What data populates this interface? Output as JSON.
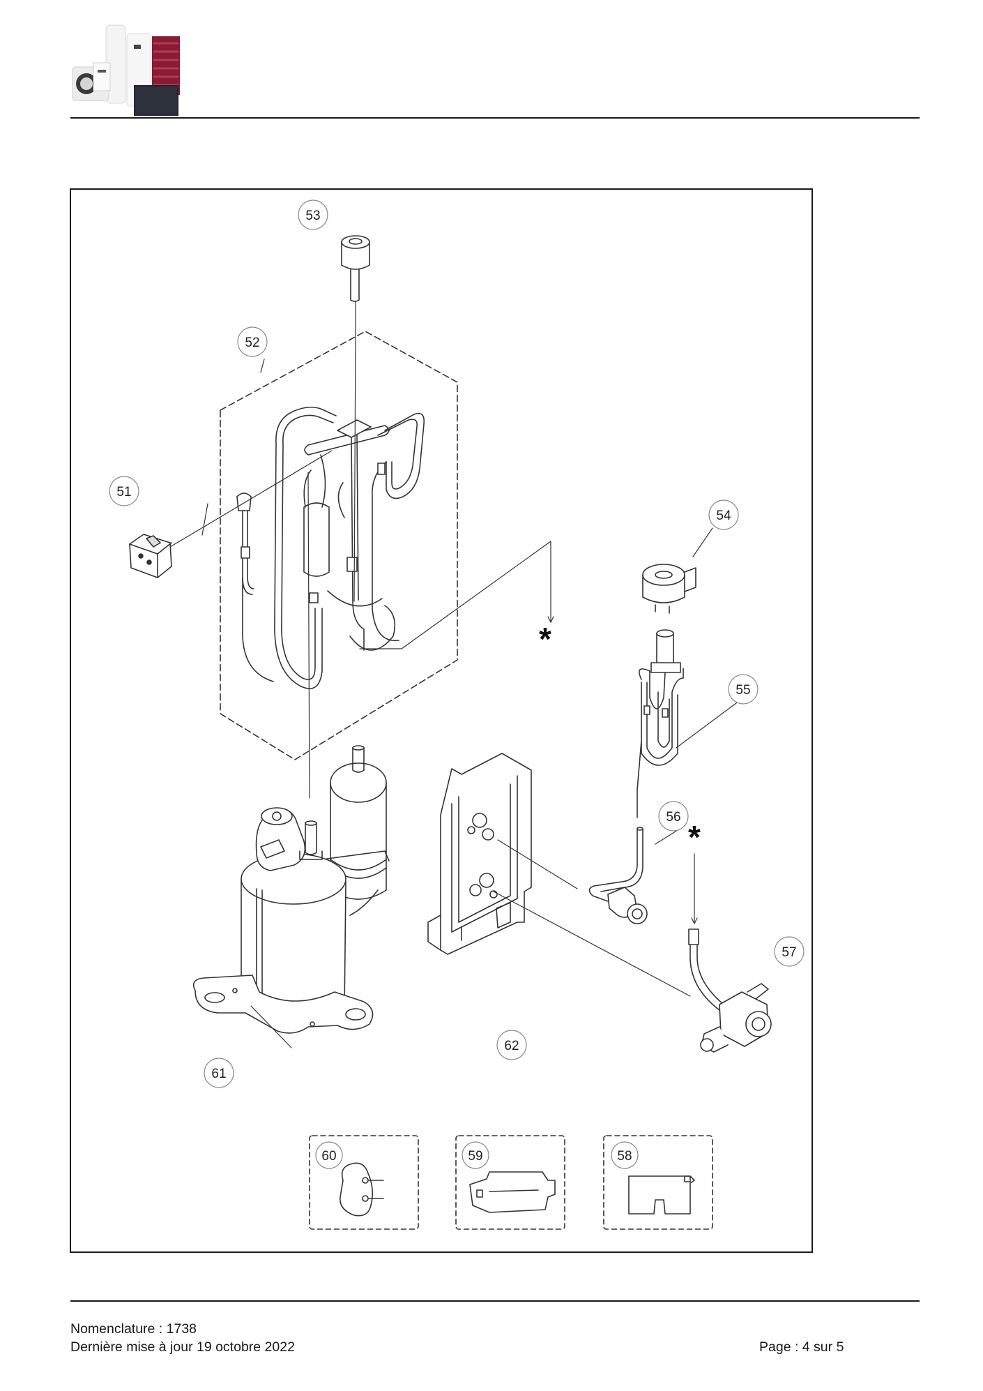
{
  "header": {
    "logo_icon": "product-range-logo"
  },
  "diagram": {
    "callouts": [
      "51",
      "52",
      "53",
      "54",
      "55",
      "56",
      "57",
      "58",
      "59",
      "60",
      "61",
      "62"
    ],
    "connection_marker": "*"
  },
  "footer": {
    "nomenclature": "Nomenclature : 1738",
    "last_update": "Dernière mise à jour 19 octobre 2022",
    "page": "Page : 4 sur 5"
  }
}
